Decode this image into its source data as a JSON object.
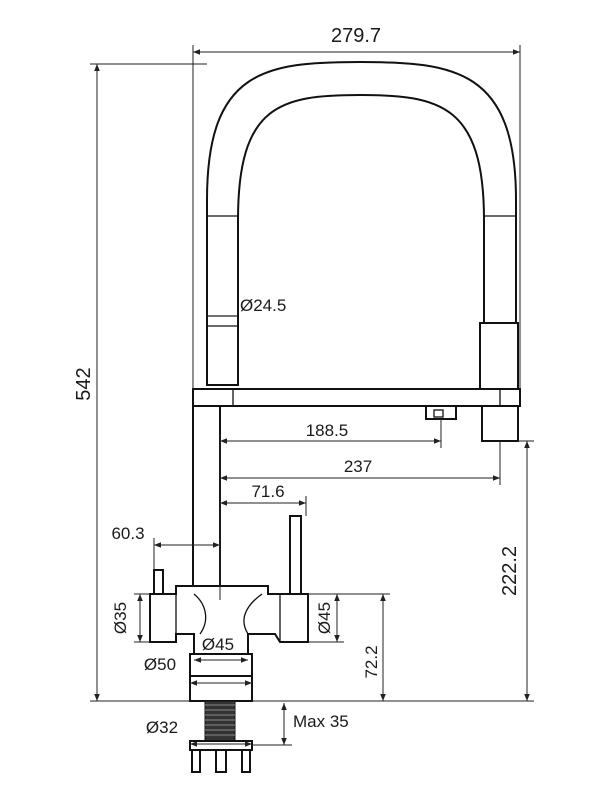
{
  "dimensions": {
    "overall_width": "279.7",
    "overall_height": "542",
    "hose_diameter": "Ø24.5",
    "spout_reach_inner": "188.5",
    "spout_reach_outer": "237",
    "handle_offset": "71.6",
    "lever_offset": "60.3",
    "outlet_height": "222.2",
    "body_side_diameter_left": "Ø35",
    "body_diameter_center": "Ø45",
    "body_side_diameter_right": "Ø45",
    "body_height": "72.2",
    "base_diameter": "Ø50",
    "thread_diameter": "Ø32",
    "max_thickness": "Max 35"
  }
}
